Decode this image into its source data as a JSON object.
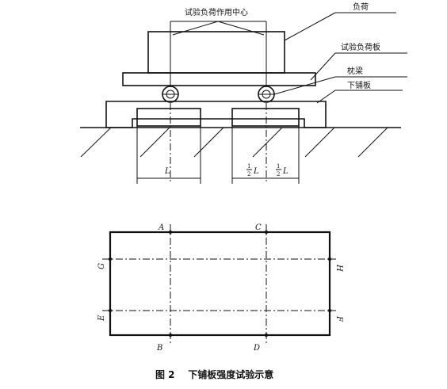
{
  "labels": {
    "load_center": "试验负荷作用中心",
    "load": "负荷",
    "load_plate": "试验负荷板",
    "sleeper": "枕梁",
    "lower_plate": "下铺板"
  },
  "dims": {
    "L": "L",
    "half_num": "1",
    "half_den": "2",
    "half_L": "L"
  },
  "points": {
    "A": "A",
    "B": "B",
    "C": "C",
    "D": "D",
    "E": "E",
    "F": "F",
    "G": "G",
    "H": "H"
  },
  "caption": "图 2    下铺板强度试验示意"
}
